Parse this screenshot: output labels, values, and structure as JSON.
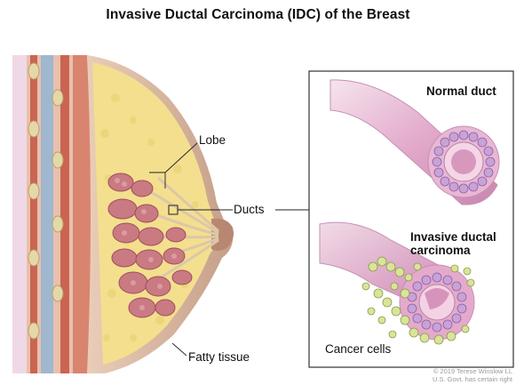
{
  "title": "Invasive Ductal Carcinoma (IDC) of the Breast",
  "labels": {
    "lobe": "Lobe",
    "ducts": "Ducts",
    "fatty_tissue": "Fatty tissue",
    "normal_duct": "Normal duct",
    "invasive_line1": "Invasive ductal",
    "invasive_line2": "carcinoma",
    "cancer_cells": "Cancer cells"
  },
  "credit": {
    "line1": "© 2019 Terese Winslow LL",
    "line2": "U.S. Govt. has certain right"
  },
  "colors": {
    "skin": "#c9a58e",
    "fat": "#f3df8e",
    "lobules": "#c97a82",
    "muscle": "#c96552",
    "duct_wall": "#dca7c4",
    "cell": "#b98cc6",
    "cancer_cell": "#d9e49a"
  }
}
